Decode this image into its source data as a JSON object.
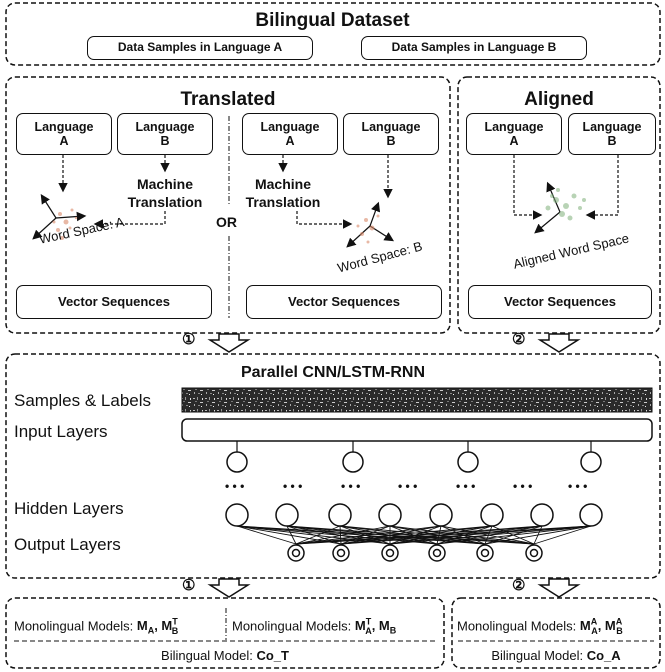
{
  "dataset": {
    "title": "Bilingual Dataset",
    "sample_a": "Data Samples in Language A",
    "sample_b": "Data Samples in Language B"
  },
  "translated": {
    "title": "Translated",
    "left": {
      "lang_a": "Language A",
      "lang_b": "Language B",
      "mt_line1": "Machine",
      "mt_line2": "Translation",
      "space_label": "Word Space: A",
      "vector": "Vector Sequences"
    },
    "or": "OR",
    "right": {
      "lang_a": "Language A",
      "lang_b": "Language B",
      "mt_line1": "Machine",
      "mt_line2": "Translation",
      "space_label": "Word Space: B",
      "vector": "Vector Sequences"
    }
  },
  "aligned": {
    "title": "Aligned",
    "lang_a": "Language A",
    "lang_b": "Language B",
    "space_label": "Aligned Word Space",
    "vector": "Vector Sequences"
  },
  "markers": {
    "one": "①",
    "two": "②"
  },
  "network": {
    "title": "Parallel CNN/LSTM-RNN",
    "samples_label": "Samples & Labels",
    "input_label": "Input Layers",
    "hidden_label": "Hidden Layers",
    "output_label": "Output Layers",
    "ellipsis": "• • •"
  },
  "outputs": {
    "translated": {
      "mono_left_prefix": "Monolingual Models: ",
      "mono_left_math": "M",
      "mono_right_prefix": "Monolingual Models: ",
      "bilingual_prefix": "Bilingual Model: ",
      "bilingual_name": "Co_T"
    },
    "aligned": {
      "mono_prefix": "Monolingual Models: ",
      "bilingual_prefix": "Bilingual Model: ",
      "bilingual_name": "Co_A"
    }
  },
  "colors": {
    "line": "#111111",
    "space_a_dots": "#d98a6a",
    "space_b_dots": "#d98a6a",
    "aligned_dots": "#7fb07a"
  }
}
